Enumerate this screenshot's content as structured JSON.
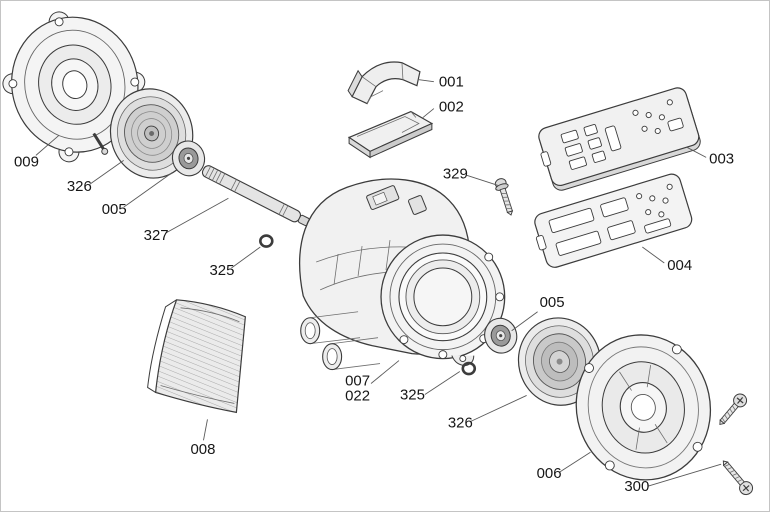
{
  "diagram": {
    "type": "exploded-parts-diagram",
    "labels": {
      "l009": "009",
      "l326a": "326",
      "l005a": "005",
      "l327": "327",
      "l325a": "325",
      "l008": "008",
      "l001": "001",
      "l002": "002",
      "l329": "329",
      "l003": "003",
      "l004": "004",
      "l007": "007",
      "l022": "022",
      "l005b": "005",
      "l325b": "325",
      "l326b": "326",
      "l006": "006",
      "l300": "300"
    },
    "colors": {
      "background": "#ffffff",
      "line": "#3c3c3c",
      "fill_light": "#f2f2f2",
      "fill_mid": "#dedede",
      "fill_dark": "#9a9a9a",
      "label_text": "#161616"
    }
  }
}
